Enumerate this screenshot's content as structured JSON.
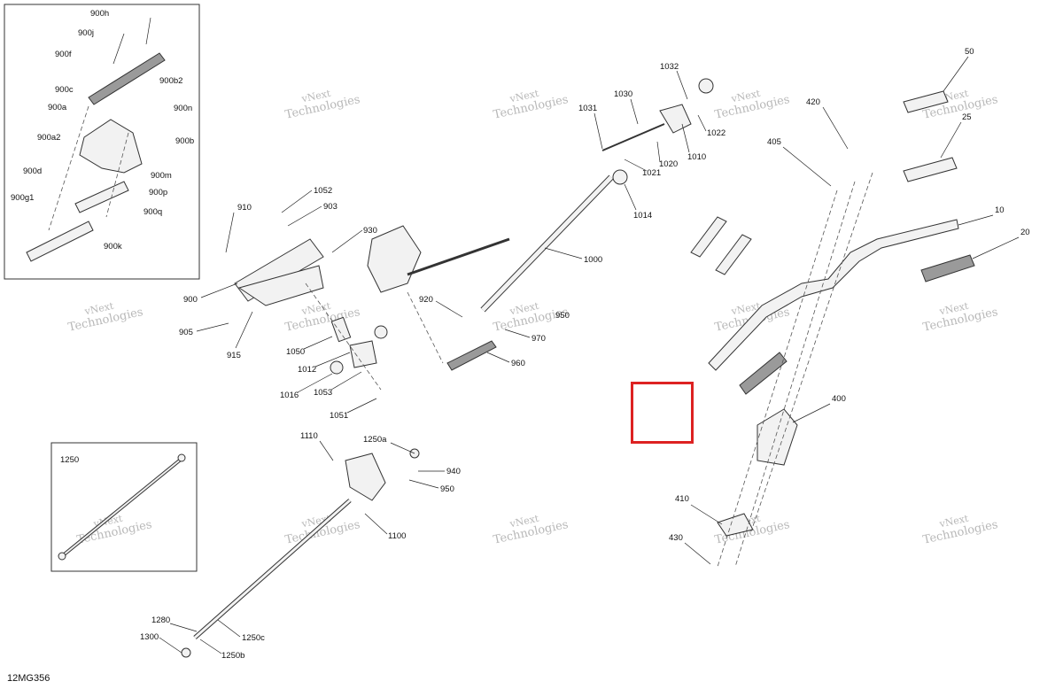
{
  "diagram": {
    "code": "12MG356",
    "watermark_line1": "vNext",
    "watermark_line2": "Technologies",
    "detail_top_left_labels": [
      "900h",
      "900j",
      "900f",
      "900c",
      "900b2",
      "900a",
      "900n",
      "900a2",
      "900b",
      "900d",
      "900m",
      "900g1",
      "900p",
      "900q",
      "900k"
    ],
    "detail_box_label": "1250",
    "part_labels": [
      "1032",
      "1030",
      "1031",
      "1022",
      "1010",
      "1020",
      "1021",
      "1014",
      "1052",
      "903",
      "910",
      "930",
      "1000",
      "900",
      "920",
      "950",
      "970",
      "960",
      "905",
      "915",
      "1050",
      "1012",
      "1016",
      "1053",
      "1051",
      "1110",
      "1250a",
      "940",
      "950",
      "1100",
      "1280",
      "1300",
      "1250c",
      "1250b",
      "50",
      "420",
      "25",
      "405",
      "10",
      "20",
      "400",
      "410",
      "430"
    ]
  }
}
